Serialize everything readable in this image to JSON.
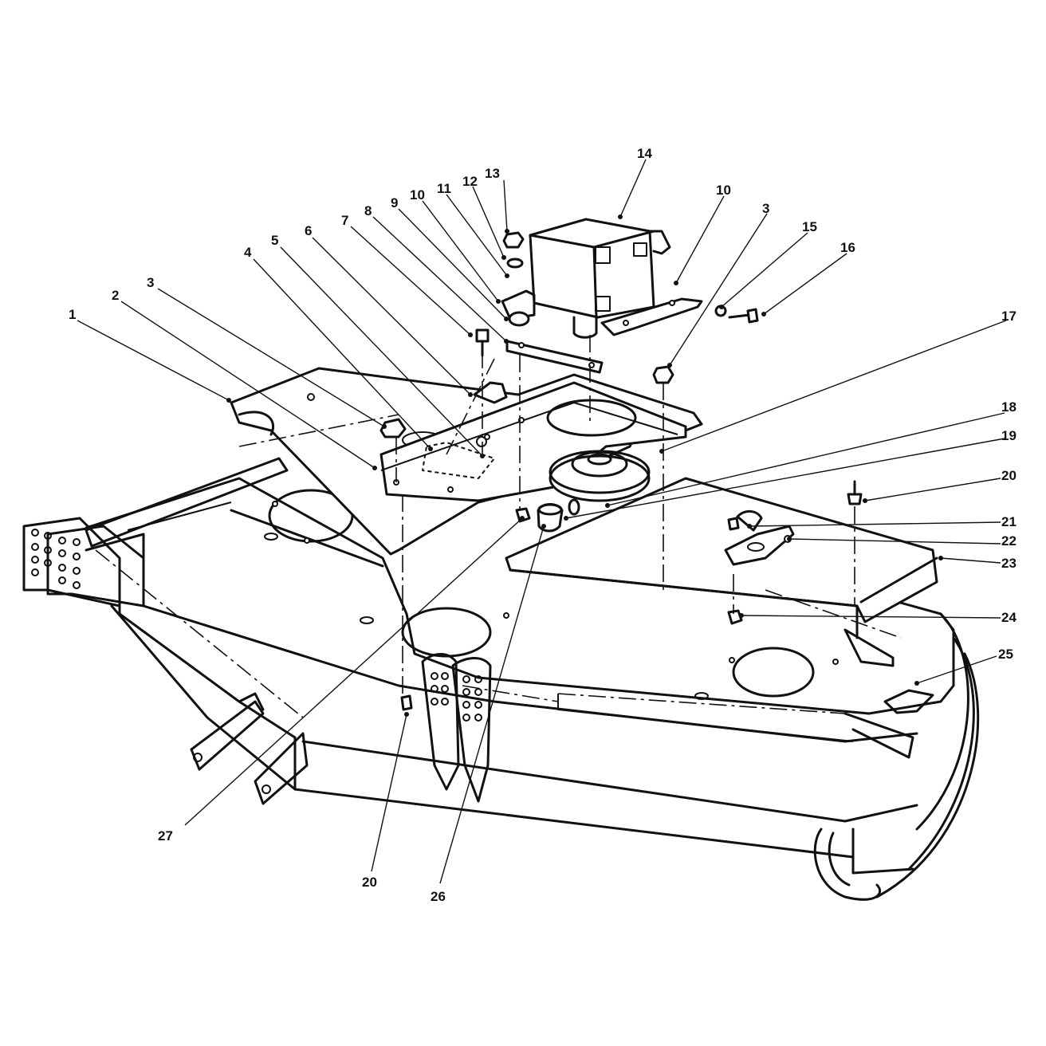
{
  "callouts": [
    {
      "id": "c1",
      "label": "1"
    },
    {
      "id": "c2",
      "label": "2"
    },
    {
      "id": "c3a",
      "label": "3"
    },
    {
      "id": "c4",
      "label": "4"
    },
    {
      "id": "c5",
      "label": "5"
    },
    {
      "id": "c6",
      "label": "6"
    },
    {
      "id": "c7",
      "label": "7"
    },
    {
      "id": "c8",
      "label": "8"
    },
    {
      "id": "c9",
      "label": "9"
    },
    {
      "id": "c10a",
      "label": "10"
    },
    {
      "id": "c11",
      "label": "11"
    },
    {
      "id": "c12",
      "label": "12"
    },
    {
      "id": "c13",
      "label": "13"
    },
    {
      "id": "c14",
      "label": "14"
    },
    {
      "id": "c10b",
      "label": "10"
    },
    {
      "id": "c3b",
      "label": "3"
    },
    {
      "id": "c15",
      "label": "15"
    },
    {
      "id": "c16",
      "label": "16"
    },
    {
      "id": "c17",
      "label": "17"
    },
    {
      "id": "c18",
      "label": "18"
    },
    {
      "id": "c19",
      "label": "19"
    },
    {
      "id": "c20a",
      "label": "20"
    },
    {
      "id": "c21",
      "label": "21"
    },
    {
      "id": "c22",
      "label": "22"
    },
    {
      "id": "c23",
      "label": "23"
    },
    {
      "id": "c24",
      "label": "24"
    },
    {
      "id": "c25",
      "label": "25"
    },
    {
      "id": "c27",
      "label": "27"
    },
    {
      "id": "c20b",
      "label": "20"
    },
    {
      "id": "c26",
      "label": "26"
    }
  ]
}
